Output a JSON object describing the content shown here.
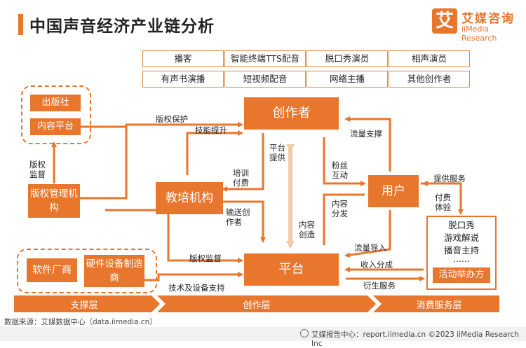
{
  "header": {
    "title": "中国声音经济产业链分析",
    "logo_mark": "艾",
    "logo_cn": "艾媒咨询",
    "logo_en": "iiMedia Research"
  },
  "creator_types": [
    "播客",
    "智能终端TTS配音",
    "脱口秀演员",
    "相声演员",
    "有声书演播",
    "短视频配音",
    "网络主播",
    "其他创作者"
  ],
  "nodes": {
    "publisher": "出版社",
    "content_platform": "内容平台",
    "copyright_org": "版权管理机构",
    "software_vendor": "软件厂商",
    "hardware_maker": "硬件设备制造商",
    "creator": "创作者",
    "training": "教培机构",
    "platform": "平台",
    "user": "用户",
    "event_organizer": "活动举办方"
  },
  "consumer_services": [
    "脱口秀",
    "游戏解说",
    "播音主持",
    "……"
  ],
  "edge_labels": {
    "copyright_protect": "版权保护",
    "skill_up": "技能提升",
    "copyright_supervise_left": "版权监督",
    "training_pay": "培训付费",
    "send_creators": "输送创作者",
    "platform_provide": "平台提供",
    "content_create": "内容创造",
    "copyright_supervise": "版权监督",
    "tech_support": "技术及设备支持",
    "traffic_support": "流量支撑",
    "fan_interaction": "粉丝互动",
    "content_distribution": "内容分发",
    "traffic_import": "流量导入",
    "provide_service": "提供服务",
    "paid_experience": "付费体验",
    "revenue_share": "收入分成",
    "derivative_service": "衍生服务"
  },
  "layers": [
    "支撑层",
    "创作层",
    "消费服务层"
  ],
  "footer": {
    "source": "数据来源：艾媒数据中心（data.iimedia.cn）",
    "report": "艾媒报告中心：report.iimedia.cn ©2023  iiMedia Research  Inc"
  },
  "colors": {
    "accent": "#e8762d",
    "light": "#f3c9a8"
  }
}
